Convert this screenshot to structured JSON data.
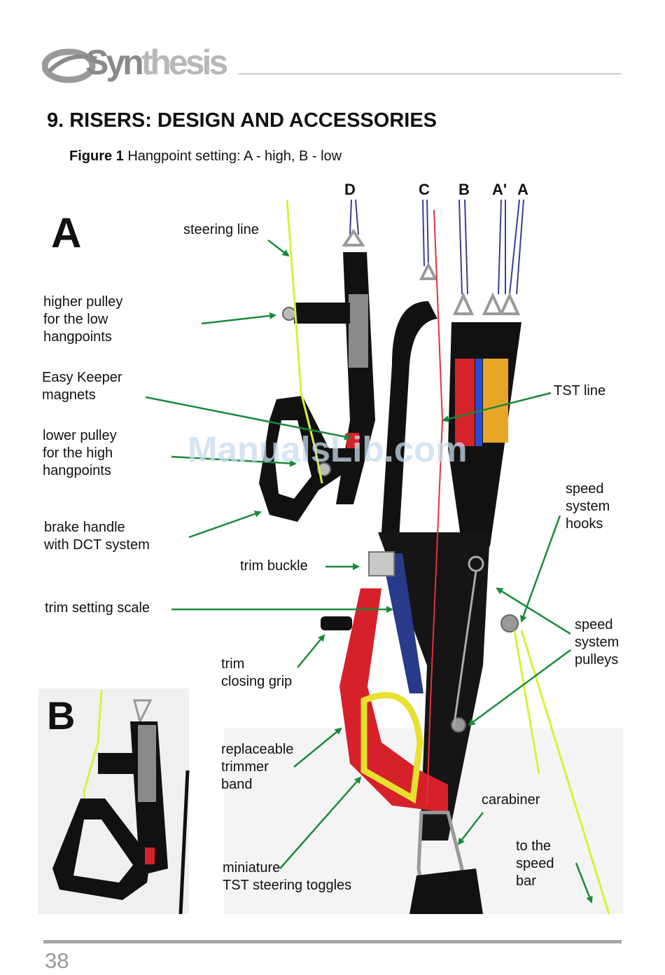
{
  "logo": {
    "text_dark": "Syn",
    "text_light": "thesis"
  },
  "heading": "9. RISERS: DESIGN AND ACCESSORIES",
  "caption": {
    "prefix": "Figure 1",
    "text": " Hangpoint setting: A - high, B - low"
  },
  "figure": {
    "panel_a_label": "A",
    "panel_b_label": "B",
    "riser_labels": [
      "D",
      "C",
      "B",
      "A'",
      "A"
    ],
    "labels": {
      "steering_line": "steering line",
      "higher_pulley": "higher pulley\nfor the low\nhangpoints",
      "easy_keeper": "Easy Keeper\nmagnets",
      "lower_pulley": "lower pulley\nfor the high\nhangpoints",
      "brake_handle": "brake handle\nwith DCT system",
      "trim_buckle": "trim buckle",
      "trim_scale": "trim setting scale",
      "trim_grip": "trim\nclosing grip",
      "trimmer_band": "replaceable\ntrimmer\nband",
      "tst_toggles": "miniature\nTST steering toggles",
      "tst_line": "TST line",
      "speed_hooks": "speed\nsystem\nhooks",
      "speed_pulleys": "speed\nsystem\npulleys",
      "carabiner": "carabiner",
      "speed_bar": "to the\nspeed\nbar"
    },
    "arrow_color": "#1a8a3a",
    "steering_line_color": "#d8f23a"
  },
  "watermark": "ManualsLib.com",
  "page_number": "38"
}
